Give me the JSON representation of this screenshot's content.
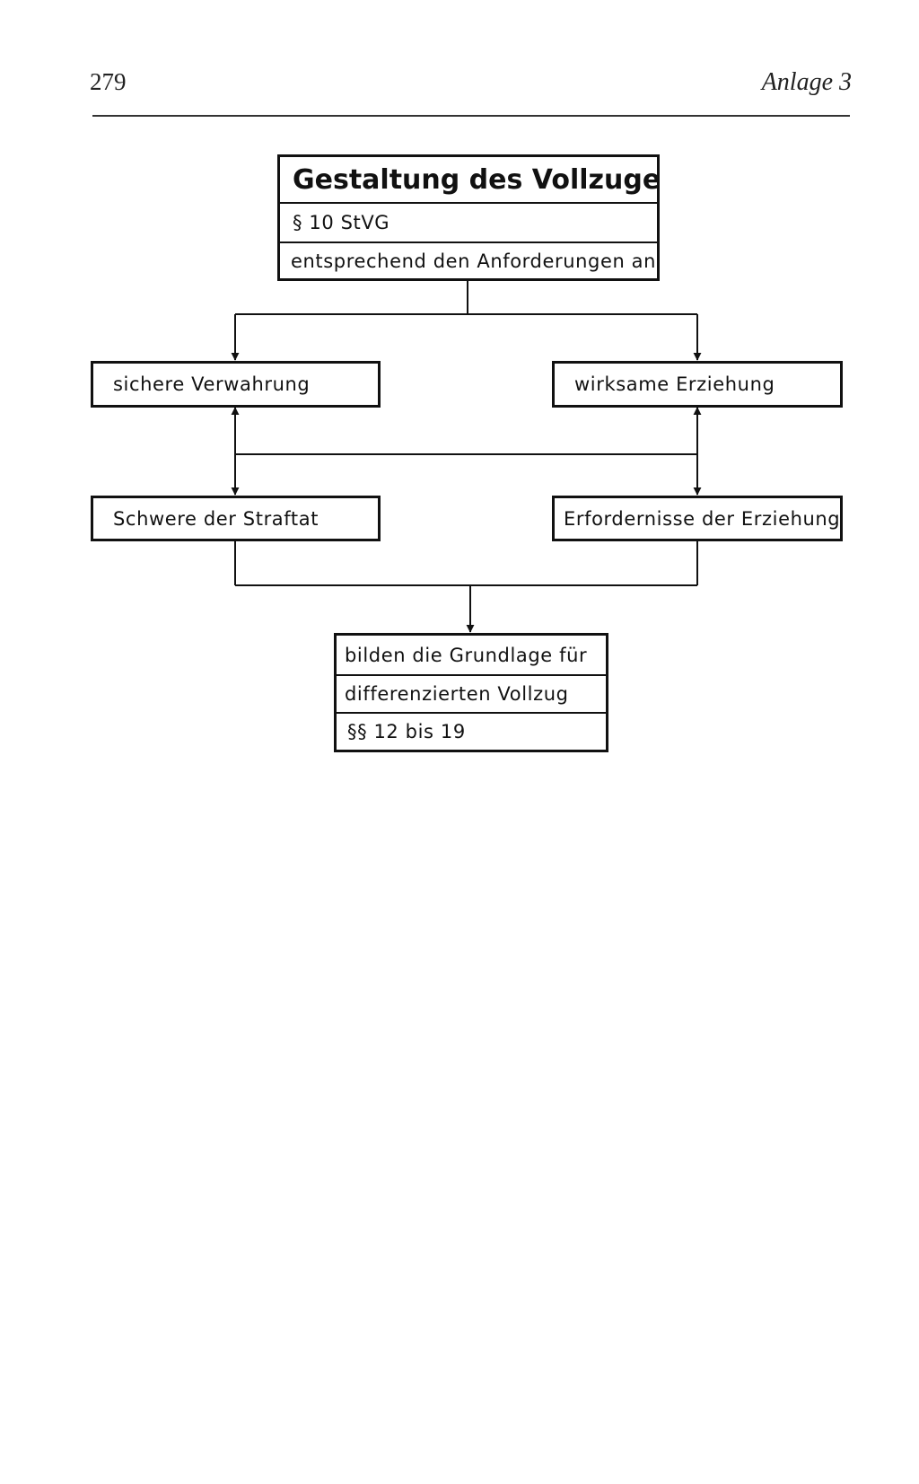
{
  "header": {
    "page_number": "279",
    "title": "Anlage 3"
  },
  "diagram": {
    "top_box": {
      "title": "Gestaltung des Vollzuges",
      "reference": "§ 10 StVG",
      "subtitle": "entsprechend den Anforderungen an"
    },
    "left_upper": "sichere Verwahrung",
    "right_upper": "wirksame Erziehung",
    "left_lower": "Schwere der Straftat",
    "right_lower": "Erfordernisse der Erziehung",
    "bottom_box": {
      "line1": "bilden die Grundlage für",
      "line2": "differenzierten Vollzug",
      "line3": "§§ 12 bis 19"
    }
  }
}
